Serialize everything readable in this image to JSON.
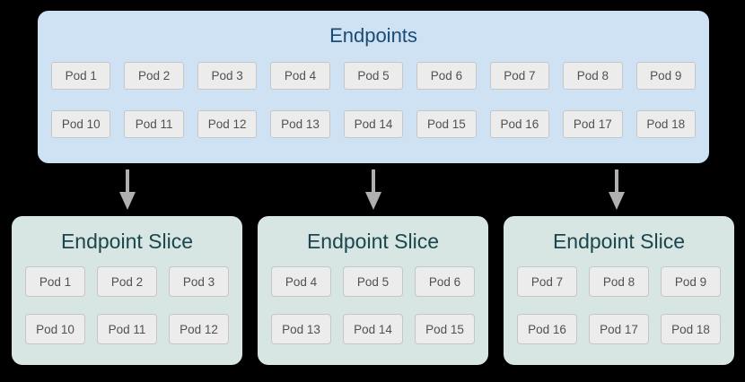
{
  "endpoints": {
    "title": "Endpoints",
    "pods": [
      "Pod 1",
      "Pod 2",
      "Pod 3",
      "Pod 4",
      "Pod 5",
      "Pod 6",
      "Pod 7",
      "Pod 8",
      "Pod 9",
      "Pod 10",
      "Pod 11",
      "Pod 12",
      "Pod 13",
      "Pod 14",
      "Pod 15",
      "Pod 16",
      "Pod 17",
      "Pod 18"
    ]
  },
  "slices": [
    {
      "title": "Endpoint Slice",
      "pods": [
        "Pod 1",
        "Pod 2",
        "Pod 3",
        "Pod 10",
        "Pod 11",
        "Pod 12"
      ]
    },
    {
      "title": "Endpoint Slice",
      "pods": [
        "Pod 4",
        "Pod 5",
        "Pod 6",
        "Pod 13",
        "Pod 14",
        "Pod 15"
      ]
    },
    {
      "title": "Endpoint Slice",
      "pods": [
        "Pod 7",
        "Pod 8",
        "Pod 9",
        "Pod 16",
        "Pod 17",
        "Pod 18"
      ]
    }
  ],
  "colors": {
    "canvas_bg": "#000000",
    "endpoints_box_bg": "#cfe2f3",
    "endpoints_title": "#1a4b75",
    "slice_box_bg": "#d7e5e3",
    "slice_title": "#1b464d",
    "pod_bg": "#ececec",
    "pod_border": "#c6c6c6",
    "pod_text": "#4f5154",
    "arrow": "#b0b0b0"
  }
}
